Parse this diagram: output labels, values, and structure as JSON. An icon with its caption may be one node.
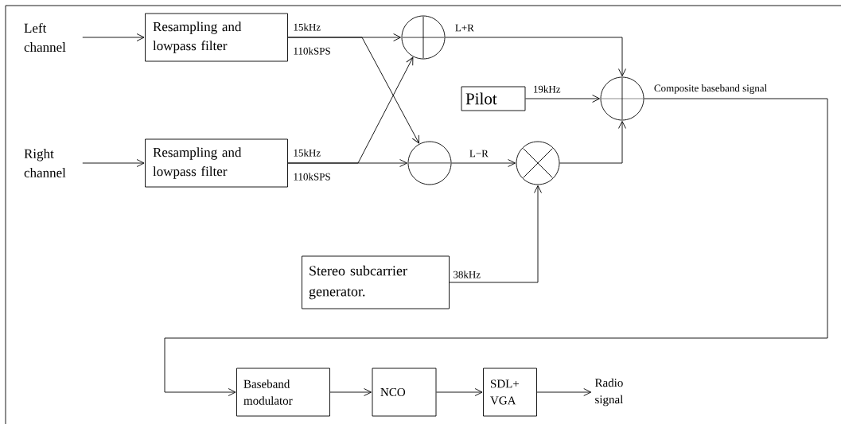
{
  "diagram": {
    "nodes": [
      {
        "text": [
          "Left channel"
        ]
      },
      {
        "text": [
          "Resampling and lowpass filter"
        ]
      },
      {
        "text": [
          "Right channel"
        ]
      },
      {
        "text": [
          "Resampling and lowpass filter"
        ]
      },
      {
        "text": [],
        "shape": "circle"
      },
      {
        "text": [],
        "shape": "circle"
      },
      {
        "text": [
          "Pilot"
        ]
      },
      {
        "text": [],
        "shape": "circle"
      },
      {
        "text": [],
        "shape": "circle"
      },
      {
        "text": [
          "Stereo subcarrier generator."
        ]
      },
      {
        "text": [
          "Baseband modulator"
        ]
      },
      {
        "text": [
          "NCO"
        ]
      },
      {
        "text": [
          "SDL+ VGA"
        ]
      },
      {
        "text": [
          "Radio signal"
        ]
      }
    ],
    "edges": [
      {
        "from": 0,
        "to": 1,
        "arrow": "to"
      },
      {
        "from": 2,
        "to": 3,
        "arrow": "to"
      },
      {
        "from": 1,
        "to": 4,
        "arrow": "to"
      },
      {
        "from": 1,
        "to": 5,
        "arrow": "to"
      },
      {
        "from": 3,
        "to": 4,
        "arrow": "to"
      },
      {
        "from": 3,
        "to": 5,
        "arrow": "to"
      },
      {
        "from": 4,
        "to": 7,
        "arrow": "to",
        "label": "L+R"
      },
      {
        "from": 6,
        "to": 7,
        "arrow": "to",
        "label": "19kHz"
      },
      {
        "from": 5,
        "to": 8,
        "arrow": "to",
        "label": "L−R"
      },
      {
        "from": 8,
        "to": 7,
        "arrow": "to"
      },
      {
        "from": 9,
        "to": 8,
        "arrow": "to",
        "label": "38kHz"
      },
      {
        "from": 7,
        "to": 10,
        "arrow": "to",
        "label": "Composite baseband signal"
      },
      {
        "from": 10,
        "to": 11,
        "arrow": "to"
      },
      {
        "from": 11,
        "to": 12,
        "arrow": "to"
      },
      {
        "from": 12,
        "to": 13,
        "arrow": "to"
      }
    ],
    "labels": [
      "15kHz",
      "110kSPS",
      "15kHz",
      "110kSPS"
    ]
  }
}
